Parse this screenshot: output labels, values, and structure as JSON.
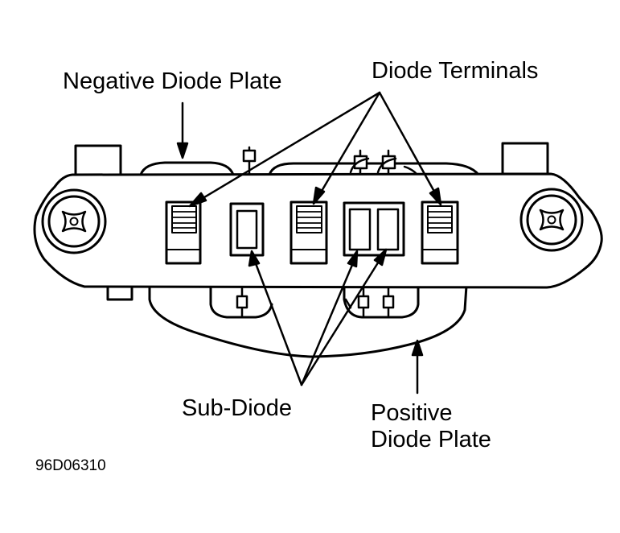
{
  "labels": {
    "negative_plate": "Negative Diode Plate",
    "diode_terminals": "Diode Terminals",
    "sub_diode": "Sub-Diode",
    "positive_plate_line1": "Positive",
    "positive_plate_line2": "Diode Plate"
  },
  "figure_code": "96D06310",
  "colors": {
    "ink": "#000000",
    "paper": "#ffffff"
  }
}
